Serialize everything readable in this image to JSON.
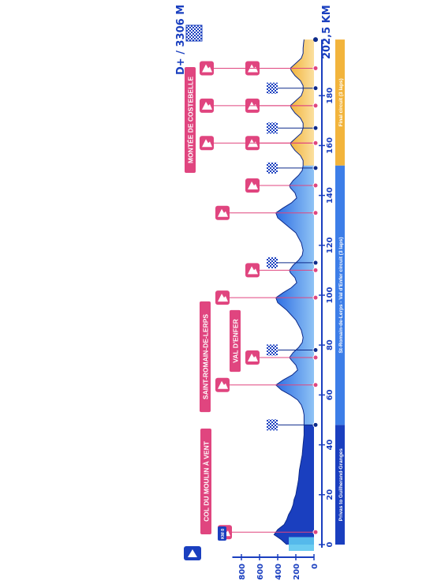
{
  "header": {
    "elevation_gain": "D+ / 3306 M",
    "distance": "202,5 KM",
    "km_unit": "KM",
    "start_badge": "KM 0"
  },
  "colors": {
    "dark_blue": "#1a3fbf",
    "mid_blue": "#3d7ee8",
    "light_blue": "#8fc3f5",
    "gold": "#f2b43c",
    "pink": "#e0457f",
    "sea": "#5cc6f0"
  },
  "icons": {
    "start": "start-triangle-icon",
    "climb": "mountain-icon",
    "finish": "checkered-flag-icon"
  },
  "sections": [
    {
      "label": "Privas to Guilherand-Granges",
      "from_km": 0,
      "to_km": 48,
      "color": "#1a3fbf"
    },
    {
      "label": "St-Romain-de-Lerps - Val d'Enfer circuit (3 laps)",
      "from_km": 48,
      "to_km": 152,
      "color": "#3d7ee8"
    },
    {
      "label": "Final circuit (3 laps)",
      "from_km": 152,
      "to_km": 202.5,
      "color": "#f2b43c"
    }
  ],
  "named_climbs": [
    {
      "name": "COL DU MOULIN À VENT",
      "km": 5
    },
    {
      "name": "SAINT-ROMAIN-DE-LERPS",
      "km": 64
    },
    {
      "name": "VAL D'ENFER",
      "km": 75
    },
    {
      "name": "MONTÉE DE COSTEBELLE",
      "km": 159
    }
  ],
  "chart_data": {
    "type": "area",
    "orientation": "x axis vertical (km increasing upward), elevation horizontal (increasing leftward)",
    "xlabel": "KM",
    "ylabel": "",
    "x_ticks": [
      0,
      20,
      40,
      60,
      80,
      100,
      120,
      140,
      160,
      180
    ],
    "y_ticks": [
      0,
      200,
      400,
      600,
      800
    ],
    "xlim": [
      0,
      202.5
    ],
    "ylim": [
      0,
      900
    ],
    "profile": [
      [
        0,
        300
      ],
      [
        2,
        360
      ],
      [
        4,
        440
      ],
      [
        6,
        400
      ],
      [
        8,
        330
      ],
      [
        10,
        300
      ],
      [
        12,
        280
      ],
      [
        14,
        250
      ],
      [
        16,
        230
      ],
      [
        18,
        220
      ],
      [
        20,
        200
      ],
      [
        22,
        190
      ],
      [
        24,
        180
      ],
      [
        26,
        170
      ],
      [
        28,
        165
      ],
      [
        30,
        160
      ],
      [
        32,
        150
      ],
      [
        34,
        140
      ],
      [
        36,
        130
      ],
      [
        38,
        125
      ],
      [
        40,
        120
      ],
      [
        42,
        115
      ],
      [
        44,
        110
      ],
      [
        46,
        110
      ],
      [
        48,
        110
      ],
      [
        52,
        110
      ],
      [
        54,
        120
      ],
      [
        56,
        140
      ],
      [
        58,
        180
      ],
      [
        60,
        260
      ],
      [
        62,
        360
      ],
      [
        64,
        420
      ],
      [
        66,
        340
      ],
      [
        68,
        240
      ],
      [
        70,
        180
      ],
      [
        72,
        200
      ],
      [
        74,
        250
      ],
      [
        75,
        270
      ],
      [
        77,
        230
      ],
      [
        79,
        170
      ],
      [
        81,
        130
      ],
      [
        83,
        120
      ],
      [
        86,
        140
      ],
      [
        90,
        200
      ],
      [
        94,
        300
      ],
      [
        97,
        400
      ],
      [
        99,
        420
      ],
      [
        101,
        340
      ],
      [
        103,
        250
      ],
      [
        105,
        190
      ],
      [
        107,
        210
      ],
      [
        109,
        260
      ],
      [
        110,
        270
      ],
      [
        112,
        230
      ],
      [
        114,
        170
      ],
      [
        116,
        130
      ],
      [
        118,
        120
      ],
      [
        121,
        140
      ],
      [
        125,
        200
      ],
      [
        128,
        300
      ],
      [
        131,
        400
      ],
      [
        133,
        420
      ],
      [
        135,
        340
      ],
      [
        137,
        250
      ],
      [
        139,
        190
      ],
      [
        141,
        210
      ],
      [
        143,
        260
      ],
      [
        144,
        270
      ],
      [
        146,
        230
      ],
      [
        148,
        170
      ],
      [
        150,
        130
      ],
      [
        152,
        120
      ],
      [
        154,
        120
      ],
      [
        156,
        150
      ],
      [
        158,
        210
      ],
      [
        160,
        250
      ],
      [
        161,
        260
      ],
      [
        163,
        200
      ],
      [
        165,
        140
      ],
      [
        167,
        120
      ],
      [
        169,
        120
      ],
      [
        171,
        150
      ],
      [
        173,
        210
      ],
      [
        175,
        250
      ],
      [
        176,
        260
      ],
      [
        178,
        200
      ],
      [
        180,
        140
      ],
      [
        182,
        120
      ],
      [
        184,
        120
      ],
      [
        186,
        150
      ],
      [
        188,
        210
      ],
      [
        190,
        250
      ],
      [
        191,
        260
      ],
      [
        193,
        200
      ],
      [
        195,
        140
      ],
      [
        197,
        120
      ],
      [
        199,
        120
      ],
      [
        201,
        115
      ],
      [
        202.5,
        110
      ]
    ],
    "climbs": [
      {
        "km": 5,
        "label_offset": 280
      },
      {
        "km": 64,
        "label_offset": 50
      },
      {
        "km": 75,
        "label_offset": 80
      },
      {
        "km": 99,
        "label_offset": 50
      },
      {
        "km": 110,
        "label_offset": 0
      },
      {
        "km": 133,
        "label_offset": 50
      },
      {
        "km": 144,
        "label_offset": 0
      },
      {
        "km": 161,
        "label_offset": 80
      },
      {
        "km": 176,
        "label_offset": 80
      },
      {
        "km": 191,
        "label_offset": 80
      },
      {
        "km": 161,
        "label_offset": 0,
        "row": "far"
      },
      {
        "km": 176,
        "label_offset": 0,
        "row": "far"
      },
      {
        "km": 191,
        "label_offset": 0,
        "row": "far"
      }
    ],
    "intermediate_finishes": [
      48,
      78,
      113,
      151,
      167,
      183
    ],
    "finish_km": 202.5
  }
}
